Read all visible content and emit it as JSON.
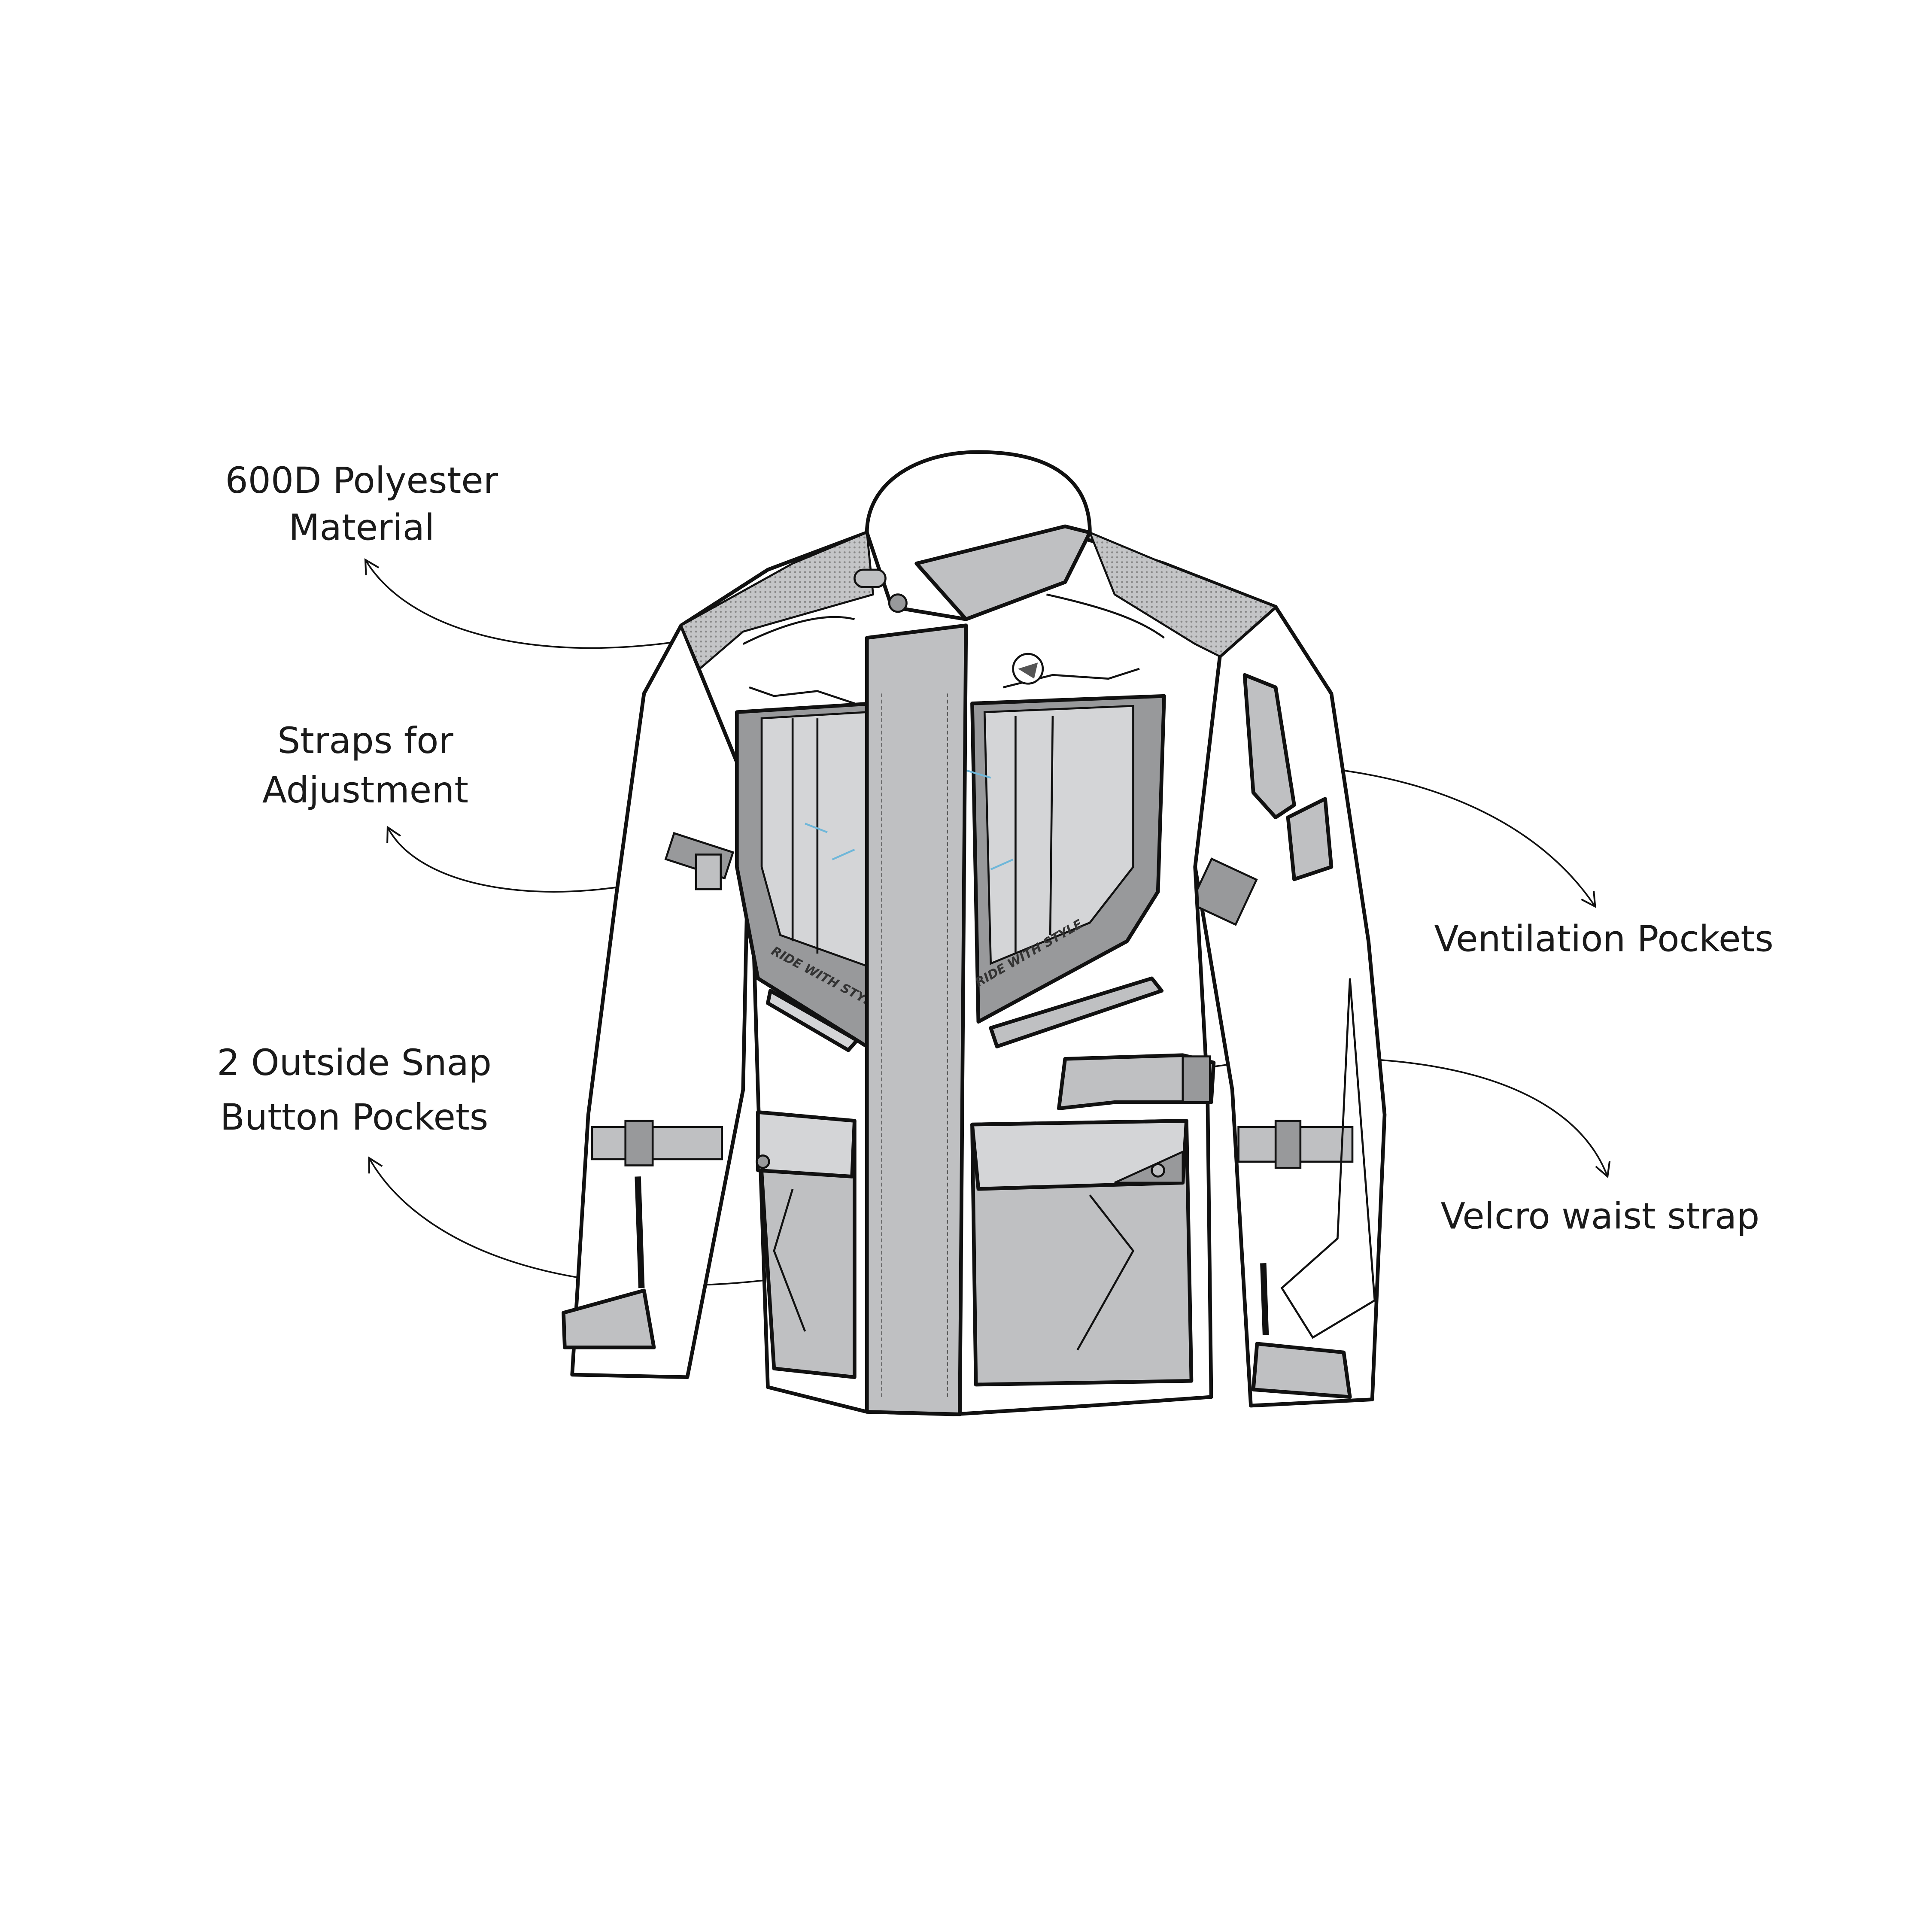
{
  "callouts": [
    {
      "lines": [
        "600D Polyester",
        "Material"
      ]
    },
    {
      "lines": [
        "Straps for",
        "Adjustment"
      ]
    },
    {
      "lines": [
        "2 Outside Snap",
        "Button Pockets"
      ]
    },
    {
      "lines": [
        "Ventilation Pockets"
      ]
    },
    {
      "lines": [
        "Velcro waist strap"
      ]
    }
  ],
  "jacket": {
    "chest_print_left": "RIDE WITH STYLE",
    "chest_print_right": "RIDE WITH STYLE",
    "logo": "bear-head-logo"
  },
  "colors": {
    "outline": "#111111",
    "light_gray": "#d4d5d7",
    "mid_gray": "#bfc0c2",
    "dark_gray": "#98999b",
    "vent_blue": "#6fb7d9"
  }
}
